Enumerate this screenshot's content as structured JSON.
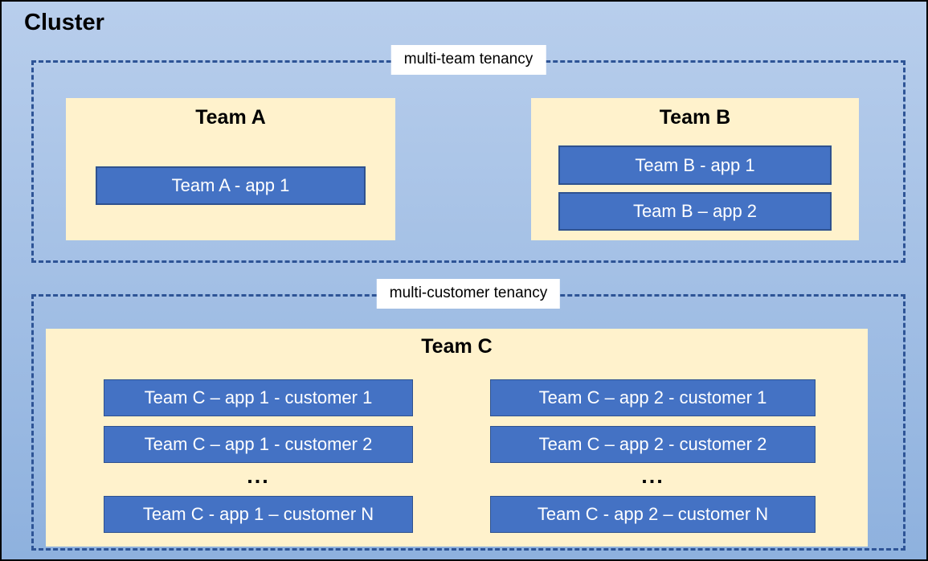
{
  "cluster": {
    "title": "Cluster"
  },
  "regions": [
    {
      "id": "multi-team",
      "label": "multi-team tenancy",
      "teams": [
        {
          "name": "Team A",
          "apps": [
            "Team A - app 1"
          ]
        },
        {
          "name": "Team B",
          "apps": [
            "Team B - app 1",
            "Team B – app 2"
          ]
        }
      ]
    },
    {
      "id": "multi-customer",
      "label": "multi-customer tenancy",
      "teams": [
        {
          "name": "Team C",
          "columns": [
            {
              "rows": [
                "Team C – app 1 - customer 1",
                "Team C – app 1 - customer 2"
              ],
              "ellipsis": "...",
              "last_row": "Team C - app 1 – customer N"
            },
            {
              "rows": [
                "Team C – app 2 - customer 1",
                "Team C – app 2 - customer 2"
              ],
              "ellipsis": "...",
              "last_row": "Team C - app 2 – customer N"
            }
          ]
        }
      ]
    }
  ],
  "colors": {
    "canvas_gradient_top": "#b8ceec",
    "canvas_gradient_bottom": "#8eb1de",
    "team_box_fill": "#fff2cc",
    "app_fill": "#4472c4",
    "app_border": "#2f528f",
    "app_text": "#ffffff",
    "dashed_border": "#2e5496",
    "label_bg": "#ffffff",
    "title_text": "#000000"
  }
}
